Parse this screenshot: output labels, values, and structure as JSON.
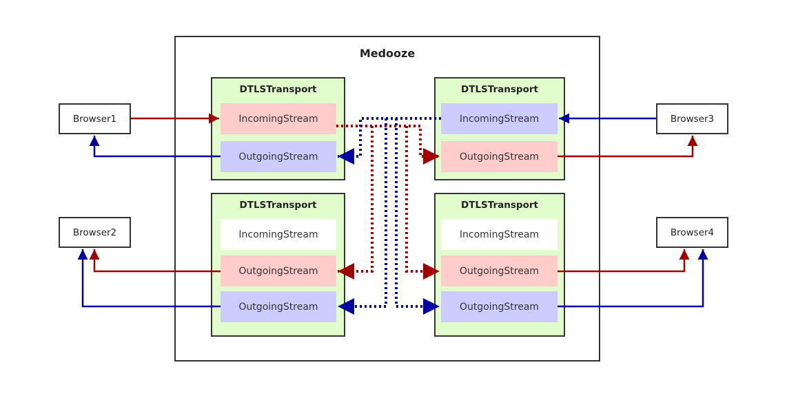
{
  "diagram": {
    "title": "Medooze",
    "colors": {
      "media_red": "#a00000",
      "media_blue": "#0000a0",
      "transport_bg": "#e2fdcc"
    },
    "browsers": [
      {
        "id": "b1",
        "label": "Browser1"
      },
      {
        "id": "b2",
        "label": "Browser2"
      },
      {
        "id": "b3",
        "label": "Browser3"
      },
      {
        "id": "b4",
        "label": "Browser4"
      }
    ],
    "transports": [
      {
        "id": "t1",
        "label": "DTLSTransport",
        "streams": [
          "IncomingStream",
          "OutgoingStream"
        ]
      },
      {
        "id": "t2",
        "label": "DTLSTransport",
        "streams": [
          "IncomingStream",
          "OutgoingStream"
        ]
      },
      {
        "id": "t3",
        "label": "DTLSTransport",
        "streams": [
          "IncomingStream",
          "OutgoingStream",
          "OutgoingStream"
        ]
      },
      {
        "id": "t4",
        "label": "DTLSTransport",
        "streams": [
          "IncomingStream",
          "OutgoingStream",
          "OutgoingStream"
        ]
      }
    ]
  }
}
